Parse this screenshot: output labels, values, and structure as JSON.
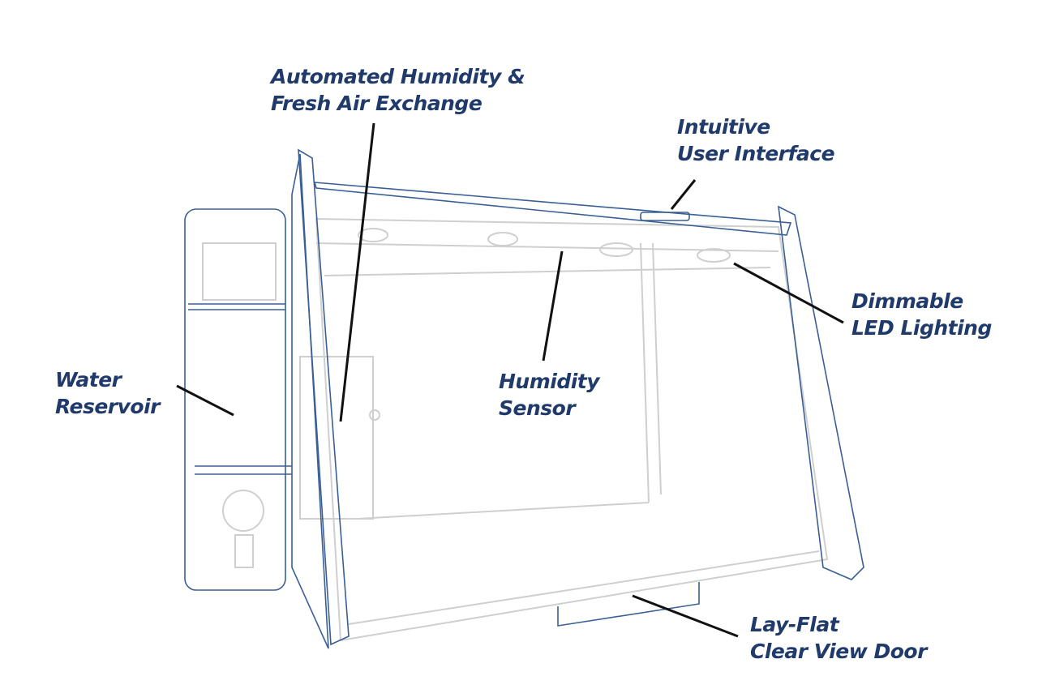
{
  "title": "Humidity chamber feature diagram",
  "colors": {
    "label": "#1f3a6b",
    "outline": "#3a5f95",
    "frame": "#c8c8c8"
  },
  "labels": {
    "air_exchange": [
      "Automated Humidity &",
      "Fresh Air Exchange"
    ],
    "user_interface": [
      "Intuitive",
      "User Interface"
    ],
    "led_lighting": [
      "Dimmable",
      "LED Lighting"
    ],
    "water_reservoir": [
      "Water",
      "Reservoir"
    ],
    "humidity_sensor": [
      "Humidity",
      "Sensor"
    ],
    "door": [
      "Lay-Flat",
      "Clear View Door"
    ]
  }
}
